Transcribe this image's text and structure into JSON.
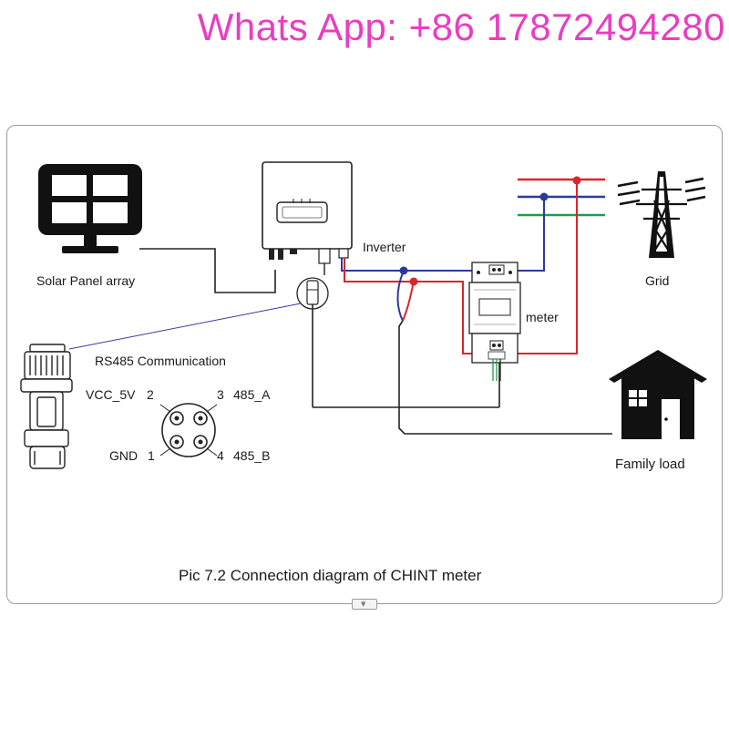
{
  "banner": {
    "text": "Whats App: +86 17872494280",
    "color": "#e83ec0"
  },
  "labels": {
    "solar": "Solar Panel array",
    "inverter": "Inverter",
    "grid": "Grid",
    "meter": "meter",
    "rs485": "RS485 Communication",
    "family_load": "Family load",
    "caption": "Pic 7.2 Connection diagram of CHINT meter"
  },
  "pins": [
    {
      "number": "2",
      "label": "VCC_5V"
    },
    {
      "number": "3",
      "label": "485_A"
    },
    {
      "number": "1",
      "label": "GND"
    },
    {
      "number": "4",
      "label": "485_B"
    }
  ],
  "wire_colors": {
    "live": "#d9262b",
    "neutral": "#2b3a9a",
    "earth": "#1f9a4a",
    "signal": "#222222"
  },
  "icons": [
    "solar-panel-icon",
    "inverter-icon",
    "transmission-tower-icon",
    "house-icon",
    "meter-icon",
    "rs485-connector-icon",
    "pin-socket-icon"
  ]
}
